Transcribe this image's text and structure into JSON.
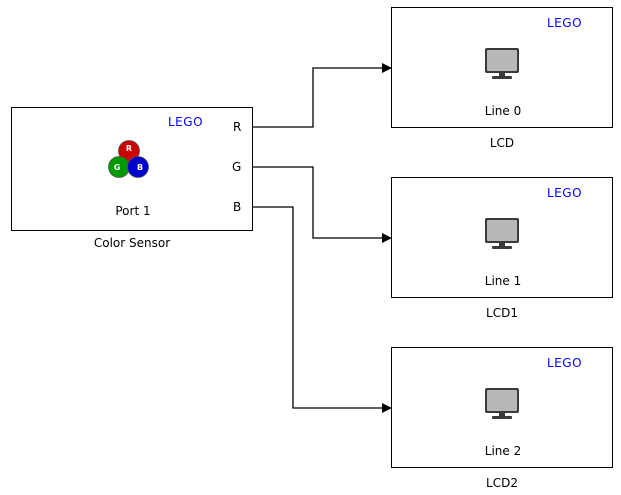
{
  "colors": {
    "brand": "#0000ff",
    "line": "#000000",
    "red": "#cc0000",
    "green": "#009900",
    "blue": "#0000cc"
  },
  "color_sensor": {
    "brand": "LEGO",
    "ports": [
      "R",
      "G",
      "B"
    ],
    "port_label": "Port 1",
    "name": "Color Sensor",
    "icon": "rgb-circles-icon",
    "icon_letters": [
      "R",
      "G",
      "B"
    ]
  },
  "lcd_blocks": [
    {
      "brand": "LEGO",
      "line_label": "Line 0",
      "name": "LCD",
      "icon": "monitor-icon"
    },
    {
      "brand": "LEGO",
      "line_label": "Line 1",
      "name": "LCD1",
      "icon": "monitor-icon"
    },
    {
      "brand": "LEGO",
      "line_label": "Line 2",
      "name": "LCD2",
      "icon": "monitor-icon"
    }
  ],
  "connections": [
    {
      "from": "R",
      "to": "LCD"
    },
    {
      "from": "G",
      "to": "LCD1"
    },
    {
      "from": "B",
      "to": "LCD2"
    }
  ]
}
